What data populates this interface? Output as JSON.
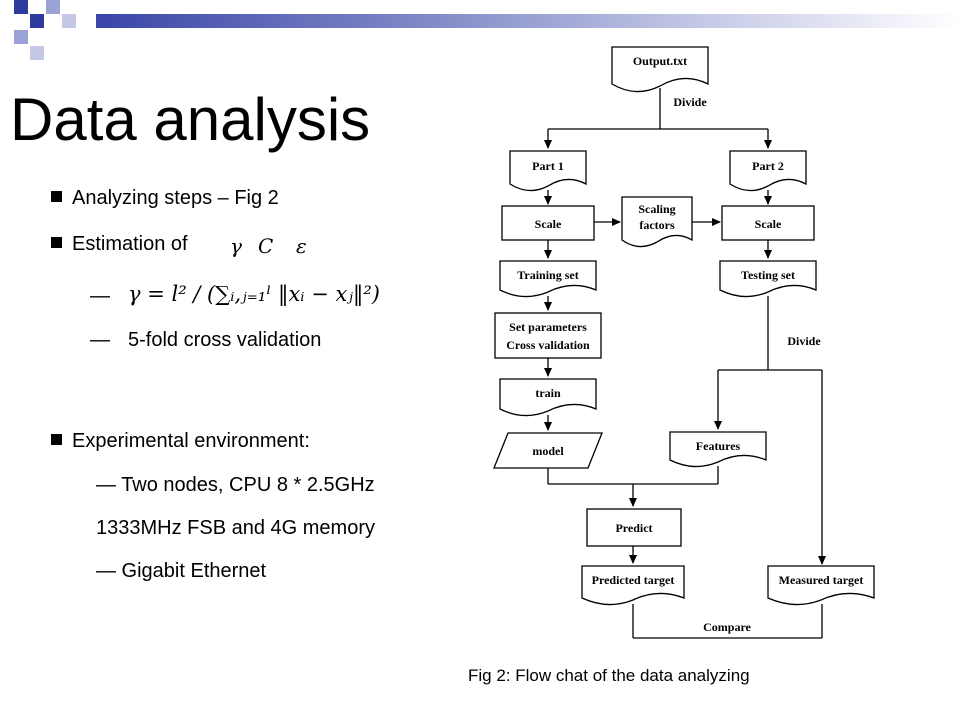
{
  "slide": {
    "title": "Data analysis",
    "bullets": {
      "b1": "Analyzing steps – Fig 2",
      "b2": "Estimation of",
      "b2_symbols": [
        "γ",
        "C",
        "ε"
      ],
      "b2_sub_dash": "—",
      "gamma_formula": "γ = l² / (∑ᵢ,ⱼ₌₁ˡ ‖xᵢ − xⱼ‖²)",
      "b2_sub2": "5-fold cross validation",
      "b3": "Experimental environment:",
      "b3_sub1": "— Two nodes, CPU 8 * 2.5GHz",
      "b3_sub1b": "1333MHz FSB and 4G  memory",
      "b3_sub2": "— Gigabit Ethernet"
    },
    "caption": "Fig 2: Flow chat of the data analyzing"
  },
  "flowchart": {
    "output": "Output.txt",
    "divide1": "Divide",
    "part1": "Part 1",
    "part2": "Part 2",
    "scale1": "Scale",
    "scaling_factors": [
      "Scaling",
      "factors"
    ],
    "scale2": "Scale",
    "training_set": "Training set",
    "testing_set": "Testing set",
    "set_params": [
      "Set parameters",
      "Cross validation"
    ],
    "divide2": "Divide",
    "train": "train",
    "model": "model",
    "features": "Features",
    "predict": "Predict",
    "predicted_target": "Predicted target",
    "measured_target": "Measured target",
    "compare": "Compare"
  },
  "colors": {
    "accent_dark": "#2e3a9e",
    "accent_light": "#9aa2d6"
  }
}
